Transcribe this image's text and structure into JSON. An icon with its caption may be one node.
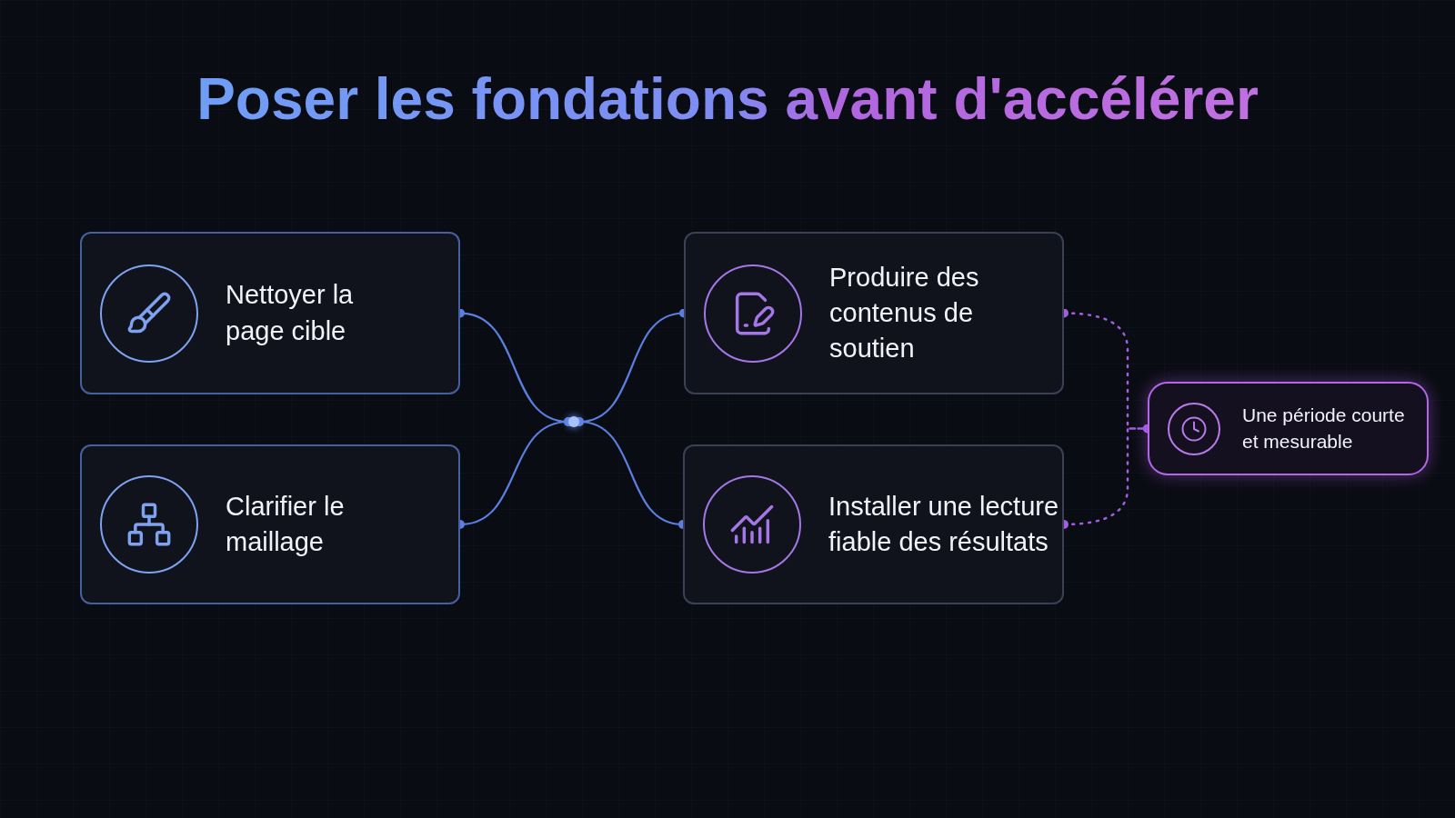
{
  "diagram": {
    "title": "Poser les fondations avant d'accélérer",
    "nodes": [
      {
        "text": [
          "Nettoyer la page cible"
        ]
      },
      {
        "text": [
          "Clarifier le maillage"
        ]
      },
      {
        "text": [],
        "shape": "circle"
      },
      {
        "text": [
          "Produire des contenus de soutien"
        ]
      },
      {
        "text": [
          "Installer une lecture fiable des résultats"
        ]
      },
      {
        "text": [
          "Une période courte et mesurable"
        ]
      }
    ],
    "edges": [
      {
        "from": 0,
        "to": 2,
        "arrow": "other"
      },
      {
        "from": 1,
        "to": 2,
        "arrow": "other"
      },
      {
        "from": 2,
        "to": 3,
        "arrow": "other"
      },
      {
        "from": 2,
        "to": 4,
        "arrow": "other"
      },
      {
        "from": 3,
        "to": 5,
        "arrow": "other",
        "style": "dashed",
        "color": "#a35ee0"
      },
      {
        "from": 4,
        "to": 5,
        "arrow": "other",
        "style": "dashed",
        "color": "#a35ee0"
      }
    ]
  }
}
